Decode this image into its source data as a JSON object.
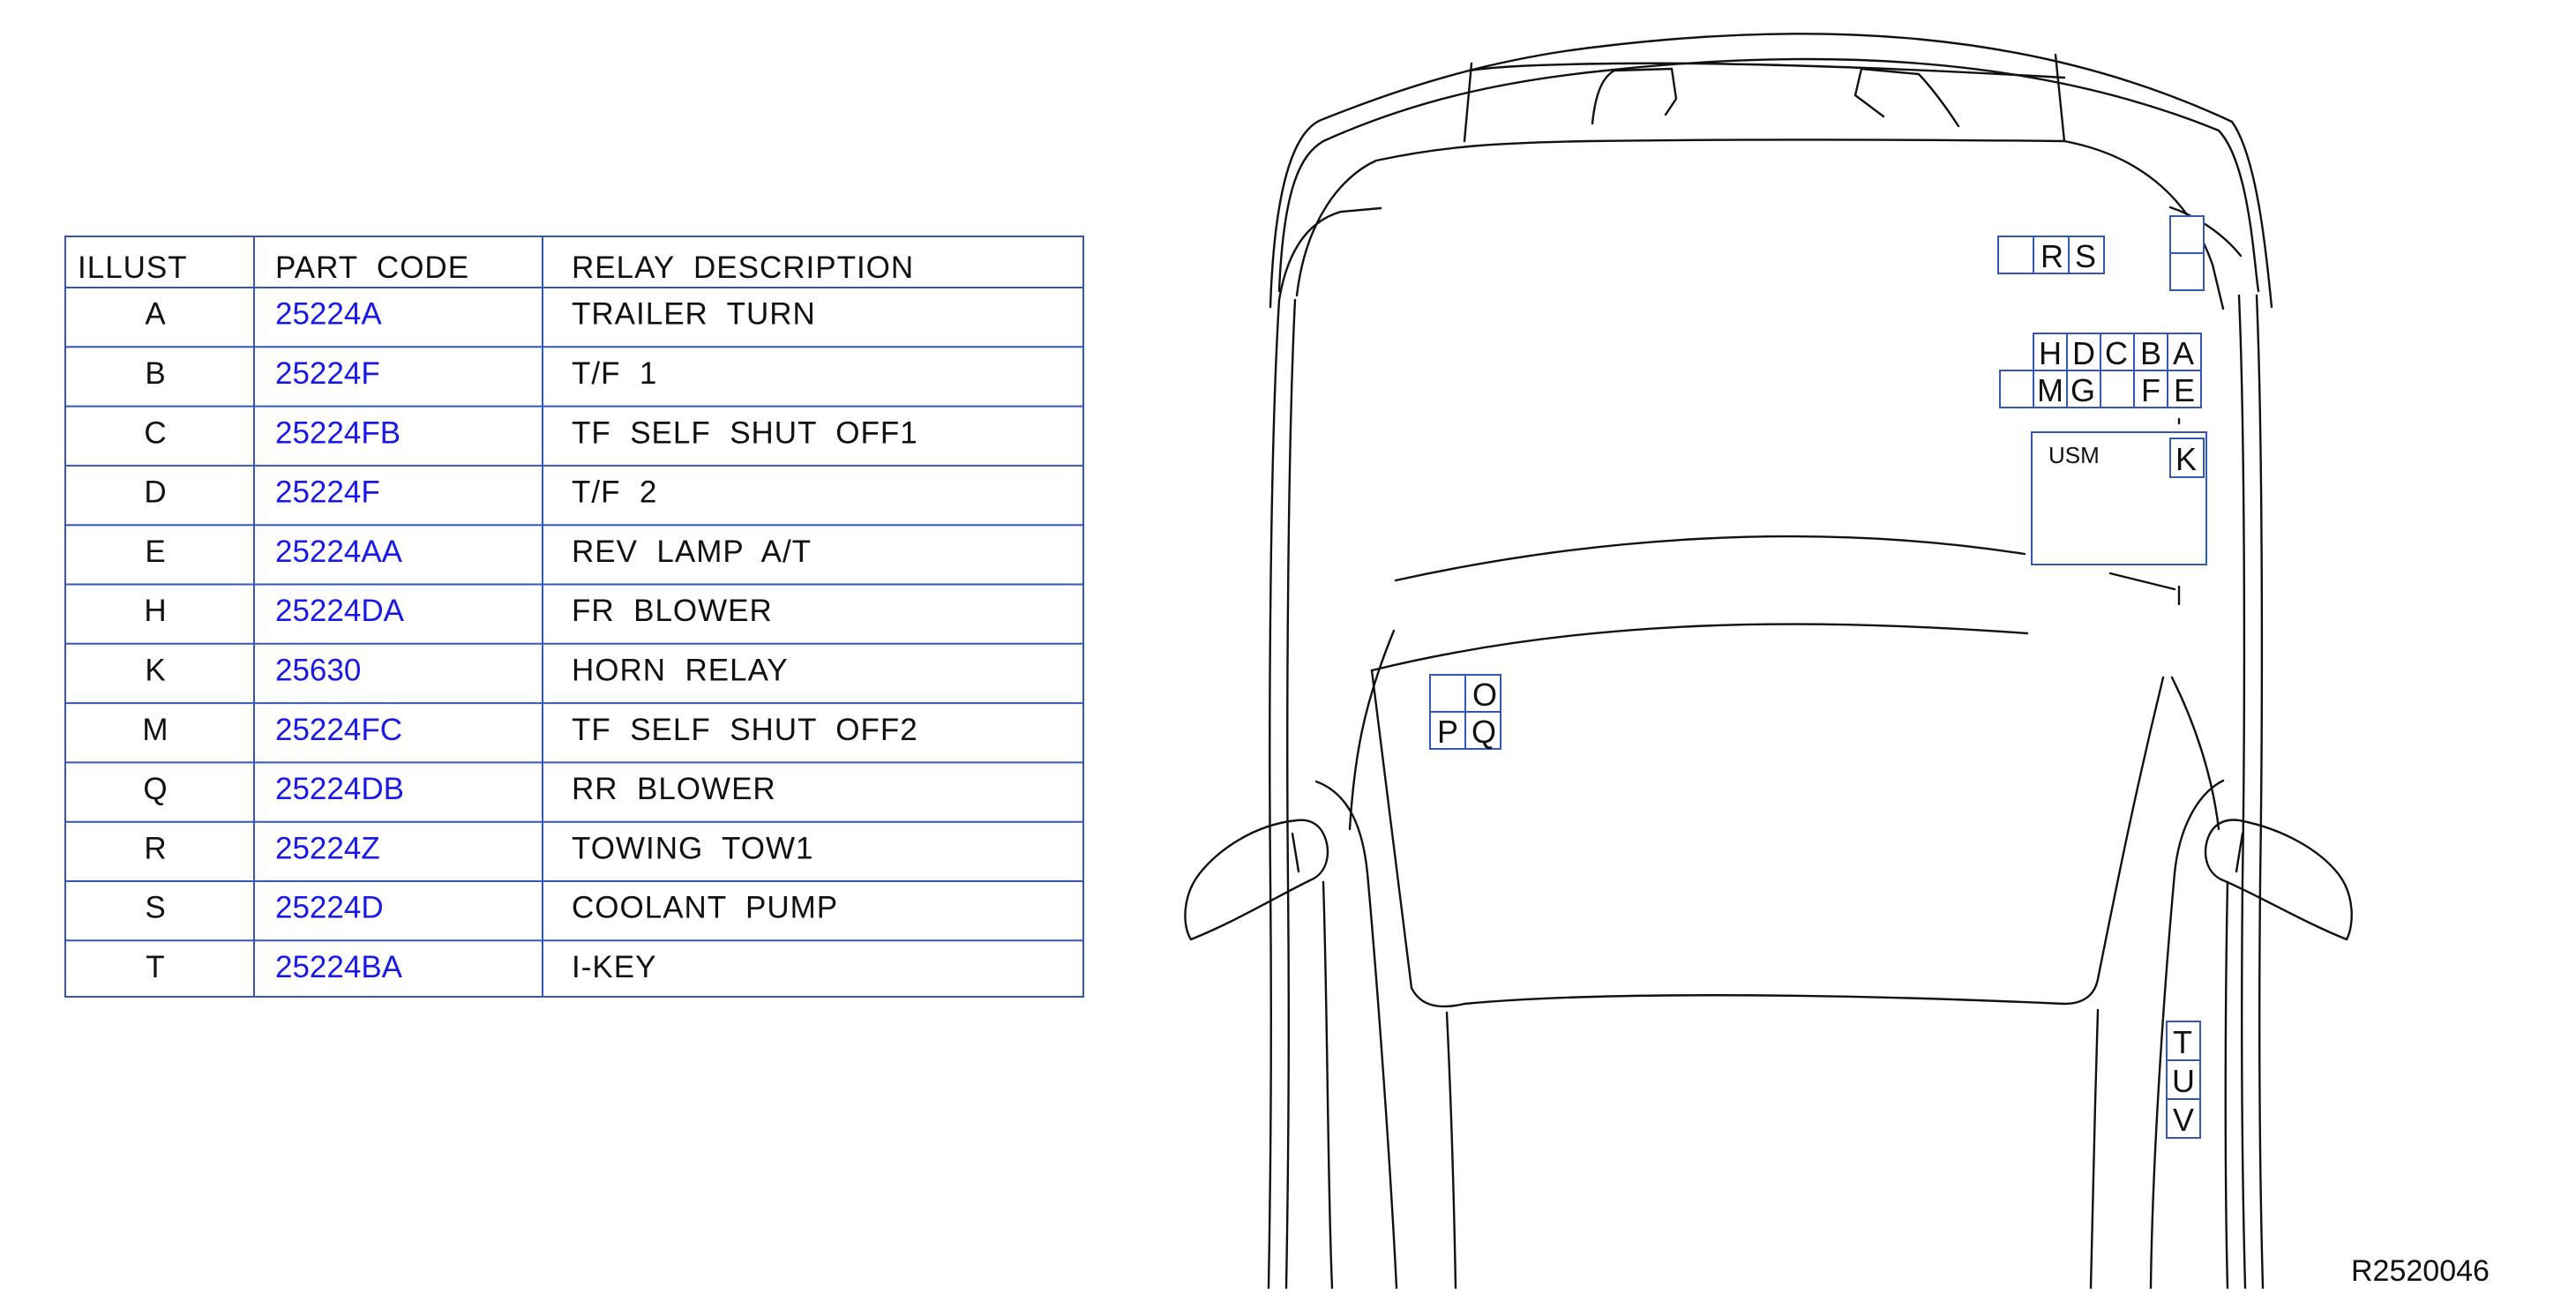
{
  "table": {
    "headers": {
      "illust": "ILLUST",
      "part_code": "PART  CODE",
      "description": "RELAY  DESCRIPTION"
    },
    "rows": [
      {
        "illust": "A",
        "part_code": "25224A",
        "description": "TRAILER  TURN"
      },
      {
        "illust": "B",
        "part_code": "25224F",
        "description": "T/F  1"
      },
      {
        "illust": "C",
        "part_code": "25224FB",
        "description": "TF  SELF  SHUT  OFF1"
      },
      {
        "illust": "D",
        "part_code": "25224F",
        "description": "T/F  2"
      },
      {
        "illust": "E",
        "part_code": "25224AA",
        "description": "REV  LAMP  A/T"
      },
      {
        "illust": "H",
        "part_code": "25224DA",
        "description": "FR  BLOWER"
      },
      {
        "illust": "K",
        "part_code": "25630",
        "description": "HORN  RELAY"
      },
      {
        "illust": "M",
        "part_code": "25224FC",
        "description": "TF  SELF  SHUT  OFF2"
      },
      {
        "illust": "Q",
        "part_code": "25224DB",
        "description": "RR  BLOWER"
      },
      {
        "illust": "R",
        "part_code": "25224Z",
        "description": "TOWING  TOW1"
      },
      {
        "illust": "S",
        "part_code": "25224D",
        "description": "COOLANT  PUMP"
      },
      {
        "illust": "T",
        "part_code": "25224BA",
        "description": "I-KEY"
      }
    ]
  },
  "relay_labels": {
    "R": "R",
    "S": "S",
    "H": "H",
    "D": "D",
    "C": "C",
    "B": "B",
    "A": "A",
    "M": "M",
    "G": "G",
    "F": "F",
    "E": "E",
    "K": "K",
    "O": "O",
    "P": "P",
    "Q": "Q",
    "T": "T",
    "U": "U",
    "V": "V"
  },
  "usm_label": "USM",
  "reference_id": "R2520046",
  "colors": {
    "grid": "#3557b7",
    "part_code": "#1a1ae6",
    "line": "#111111"
  }
}
